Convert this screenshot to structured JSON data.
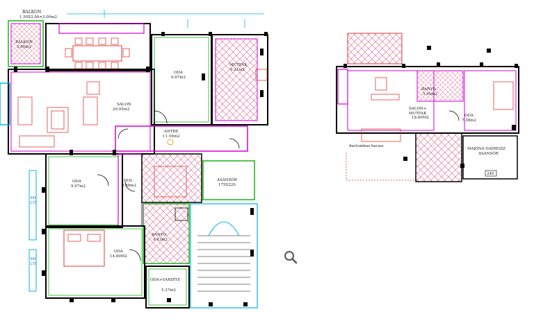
{
  "plan_left": {
    "balkon_top_label": "BALKON",
    "balkon_top_dims": "1.50X2.00=3.00m2",
    "rooms": [
      {
        "name": "BALKON",
        "area": "3.00m2"
      },
      {
        "name": "SALON",
        "area": "29.95m2"
      },
      {
        "name": "ODA",
        "area": "9.87m2"
      },
      {
        "name": "MUTFAK",
        "area": "9.21m2"
      },
      {
        "name": "ANTRE",
        "area": "11.50m2"
      },
      {
        "name": "ODA",
        "area": "9.07m2"
      },
      {
        "name": "HOL",
        "area": "3.88m2"
      },
      {
        "name": "ASANSÖR",
        "area": "175X220"
      },
      {
        "name": "BANYO",
        "area": "4.43m2"
      },
      {
        "name": "ODA",
        "area": "14.60M2"
      },
      {
        "name": "ODA+VARDİYE",
        "area": "5.27m2"
      }
    ],
    "dims": [
      "340",
      "170",
      "340",
      "170"
    ]
  },
  "plan_right": {
    "rooms": [
      {
        "name": "SALON+",
        "area": "MUTFAK"
      },
      {
        "name": "",
        "area": "18.60M2"
      },
      {
        "name": "ODA",
        "area": "7.38m2"
      },
      {
        "name": "BANYO",
        "area": "5.40m2"
      },
      {
        "name": "MAKİNA DAİRESİZ",
        "area": "ASANSÖR"
      }
    ],
    "note": "davlumbaz bacası",
    "dim": "240"
  },
  "toolbar": {
    "zoom_icon": "magnifier-icon"
  },
  "colors": {
    "wall": "#000000",
    "magenta": "#d400d4",
    "green": "#19b319",
    "cyan": "#00b5e2",
    "red": "#e03a3a",
    "hatch": "#e05a8a"
  }
}
